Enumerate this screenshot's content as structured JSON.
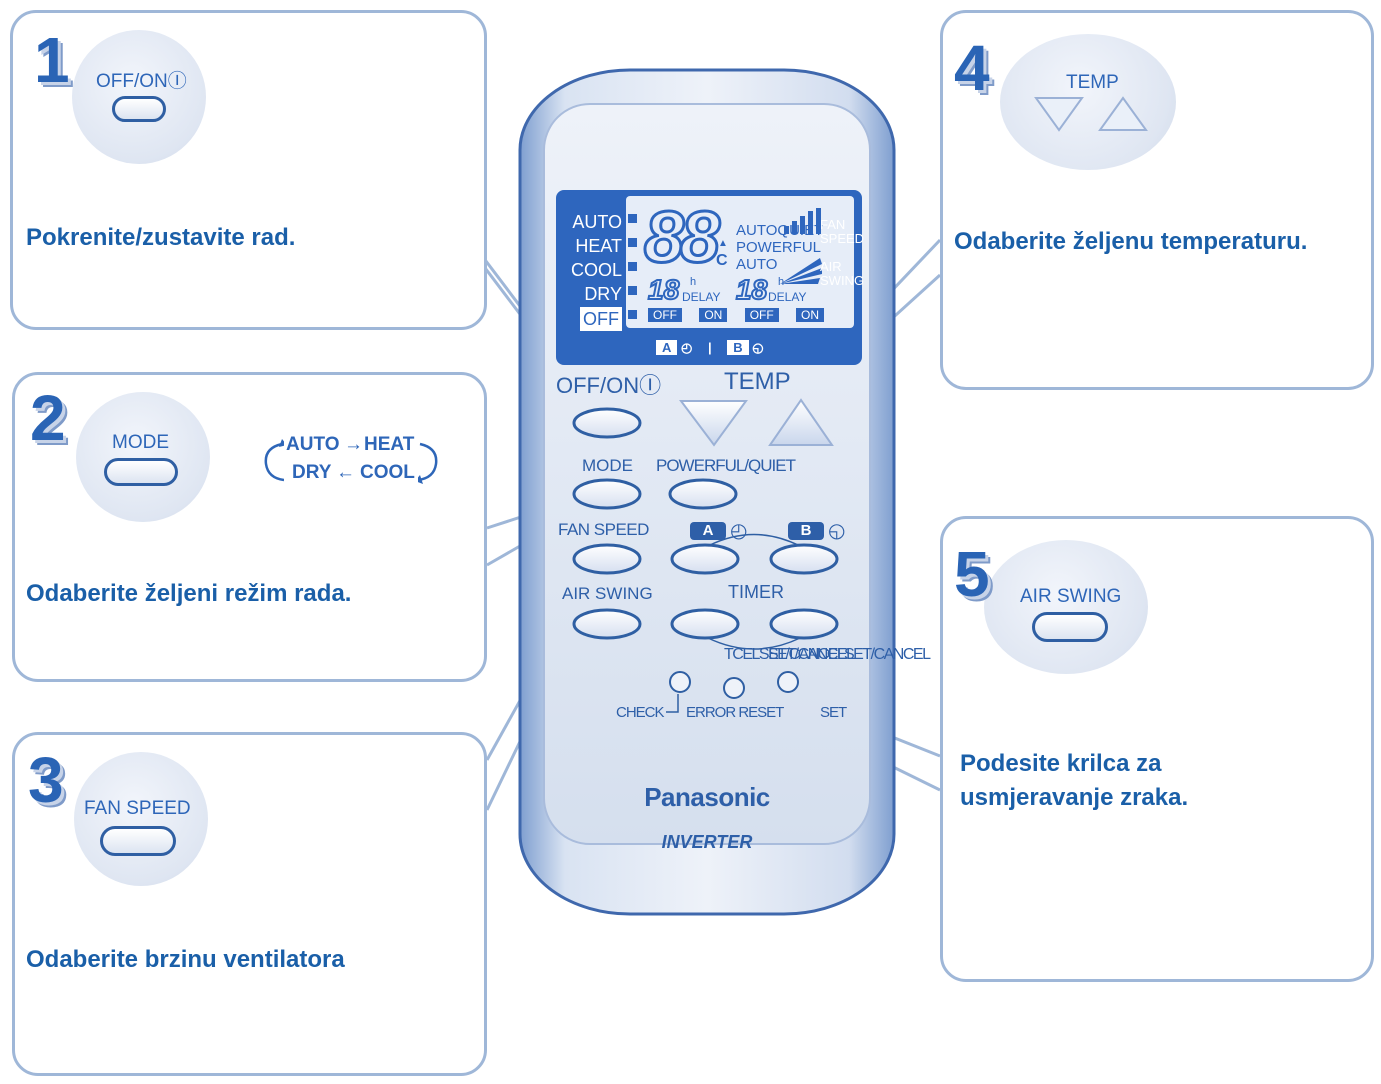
{
  "steps": [
    {
      "number": "1",
      "button_label": "OFF/ONⒾ",
      "instruction": "Pokrenite/zustavite rad."
    },
    {
      "number": "2",
      "button_label": "MODE",
      "instruction": "Odaberite željeni režim rada.",
      "cycle": {
        "auto": "AUTO",
        "heat": "HEAT",
        "cool": "COOL",
        "dry": "DRY"
      }
    },
    {
      "number": "3",
      "button_label": "FAN SPEED",
      "instruction": "Odaberite brzinu ventilatora"
    },
    {
      "number": "4",
      "button_label": "TEMP",
      "instruction": "Odaberite željenu temperaturu."
    },
    {
      "number": "5",
      "button_label": "AIR SWING",
      "instruction_line1": "Podesite krilca za",
      "instruction_line2": "usmjeravanje zraka."
    }
  ],
  "remote": {
    "display": {
      "modes": [
        "AUTO",
        "HEAT",
        "COOL",
        "DRY",
        "OFF"
      ],
      "temp_digits": "88",
      "temp_arrow": "▲",
      "temp_unit": "C",
      "fan_labels": [
        "AUTO",
        "QUIET",
        "POWERFUL",
        "AUTO"
      ],
      "fan_speed": "FAN SPEED",
      "air_swing": "AIR SWING",
      "timer_digits": "18",
      "timer_unit": "h",
      "delay": "DELAY",
      "off": "OFF",
      "on": "ON",
      "timer_a": "A",
      "timer_b": "B"
    },
    "labels": {
      "offon": "OFF/ONⒾ",
      "temp": "TEMP",
      "mode": "MODE",
      "powerful_quiet": "POWERFUL/QUIET",
      "fan_speed": "FAN SPEED",
      "a": "A",
      "b": "B",
      "air_swing": "AIR SWING",
      "timer": "TIMER",
      "set_cancel": "SET/CANCEL",
      "check": "CHECK",
      "error_reset": "ERROR RESET",
      "set": "SET",
      "scrambled": "TCELSET/CANCEL",
      "scrambled_letters": [
        "L",
        "E",
        "S"
      ]
    },
    "brand": "Panasonic",
    "sub_brand": "INVERTER"
  },
  "colors": {
    "accent": "#1a5fa8",
    "panel_border": "#9fb7d8",
    "lcd": "#2f6bc2",
    "remote_body": "#d7e1f1"
  }
}
